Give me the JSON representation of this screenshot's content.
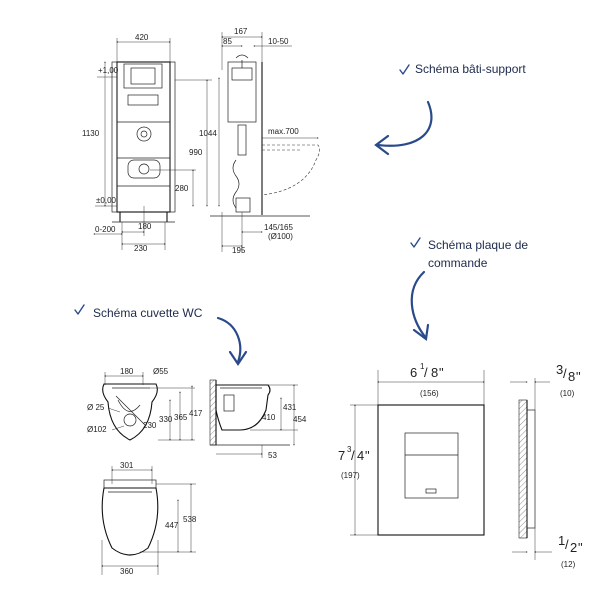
{
  "captions": {
    "frame": "Schéma bâti-support",
    "plate_line1": "Schéma plaque de",
    "plate_line2": "commande",
    "bowl": "Schéma cuvette WC"
  },
  "frame_dims": {
    "width_420": "420",
    "d_167": "167",
    "d_85": "85",
    "d_10_50": "10-50",
    "plus_100": "+1,00",
    "h_1130": "1130",
    "h_1044": "1044",
    "max700": "max.700",
    "h_990": "990",
    "h_280": "280",
    "zero": "±0,00",
    "d_0_200": "0-200",
    "d_180": "180",
    "d_230": "230",
    "d_145_165": "145/165",
    "d_100": "(Ø100)",
    "d_195": "195"
  },
  "bowl_dims": {
    "d_180": "180",
    "d_55": "Ø55",
    "d_25": "Ø 25",
    "d_102": "Ø102",
    "d_230": "230",
    "d_330": "330",
    "d_365": "365",
    "d_417": "417",
    "d_431": "431",
    "d_410": "410",
    "d_454": "454",
    "d_53": "53",
    "d_301": "301",
    "d_447": "447",
    "d_538": "538",
    "d_360": "360"
  },
  "plate_dims": {
    "w_whole": "6",
    "w_num": "1",
    "w_den": "8",
    "w_mm": "(156)",
    "h_whole": "7",
    "h_num": "3",
    "h_den": "4",
    "h_mm": "(197)",
    "t_num": "3",
    "t_den": "8",
    "t_mm": "(10)",
    "b_num": "1",
    "b_den": "2",
    "b_mm": "(12)",
    "inch": "\""
  },
  "colors": {
    "accent": "#2a4a8a",
    "line": "#222222"
  }
}
